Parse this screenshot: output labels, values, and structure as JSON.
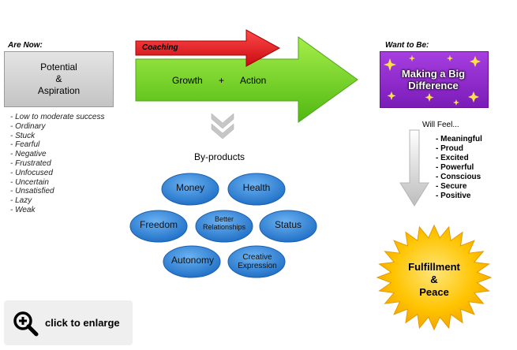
{
  "are_now": {
    "header": "Are Now:",
    "box_lines": [
      "Potential",
      "&",
      "Aspiration"
    ],
    "traits": [
      "Low to moderate success",
      "Ordinary",
      "Stuck",
      "Fearful",
      "Negative",
      "Frustrated",
      "Unfocused",
      "Uncertain",
      "Unsatisfied",
      "Lazy",
      "Weak"
    ]
  },
  "coaching_label": "Coaching",
  "growth": {
    "left": "Growth",
    "plus": "+",
    "right": "Action"
  },
  "byproducts": {
    "title": "By-products",
    "items": [
      {
        "line1": "Money",
        "line2": ""
      },
      {
        "line1": "Health",
        "line2": ""
      },
      {
        "line1": "Freedom",
        "line2": ""
      },
      {
        "line1": "Better",
        "line2": "Relationships"
      },
      {
        "line1": "Status",
        "line2": ""
      },
      {
        "line1": "Autonomy",
        "line2": ""
      },
      {
        "line1": "Creative",
        "line2": "Expression"
      }
    ]
  },
  "want_to_be": {
    "header": "Want to Be:",
    "box_lines": [
      "Making a Big",
      "Difference"
    ]
  },
  "will_feel": {
    "header": "Will Feel...",
    "items": [
      "Meaningful",
      "Proud",
      "Excited",
      "Powerful",
      "Conscious",
      "Secure",
      "Positive"
    ]
  },
  "fulfillment": {
    "line1": "Fulfillment",
    "line2": "&",
    "line3": "Peace"
  },
  "enlarge": {
    "label": "click to enlarge",
    "icon": "zoom-in-icon"
  },
  "colors": {
    "green_arrow": "#6fd61e",
    "red_arrow": "#e5141b",
    "bubble": "#2f83d6",
    "purple_box": "#8a2ad0",
    "sun": "#f5b800",
    "gray_arrow": "#c9c9c9"
  }
}
